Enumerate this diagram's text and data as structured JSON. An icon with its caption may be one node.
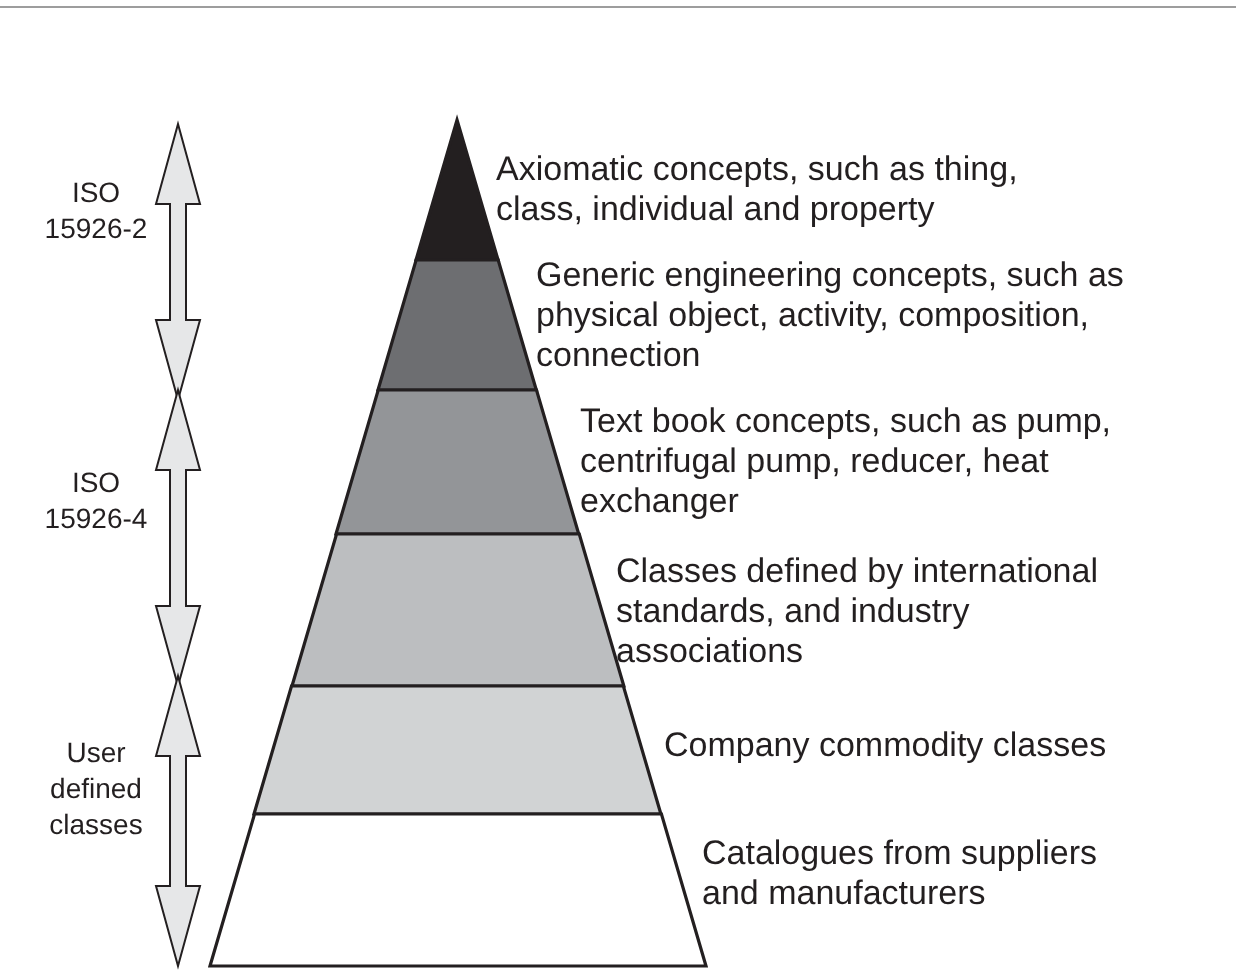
{
  "diagram": {
    "nodes": [
      {
        "text": [],
        "shape": "trapezoid",
        "beside": [
          "Axiomatic concepts, such as thing, class, individual and property"
        ]
      },
      {
        "text": [],
        "shape": "trapezoid",
        "beside": [
          "Generic engineering concepts, such as physical object, activity, composition, connection"
        ]
      },
      {
        "text": [],
        "shape": "trapezoid",
        "beside": [
          "Text book concepts, such as pump, centrifugal pump, reducer, heat exchanger"
        ]
      },
      {
        "text": [],
        "shape": "trapezoid",
        "beside": [
          "Classes defined by international standards, and industry associations"
        ]
      },
      {
        "text": [],
        "shape": "trapezoid",
        "beside": [
          "Company commodity classes"
        ]
      },
      {
        "text": [],
        "shape": "trapezoid",
        "beside": [
          "Catalogues from suppliers and manufacturers"
        ]
      }
    ],
    "labels": [
      "ISO 15926-2",
      "ISO 15926-4",
      "User defined classes"
    ]
  }
}
